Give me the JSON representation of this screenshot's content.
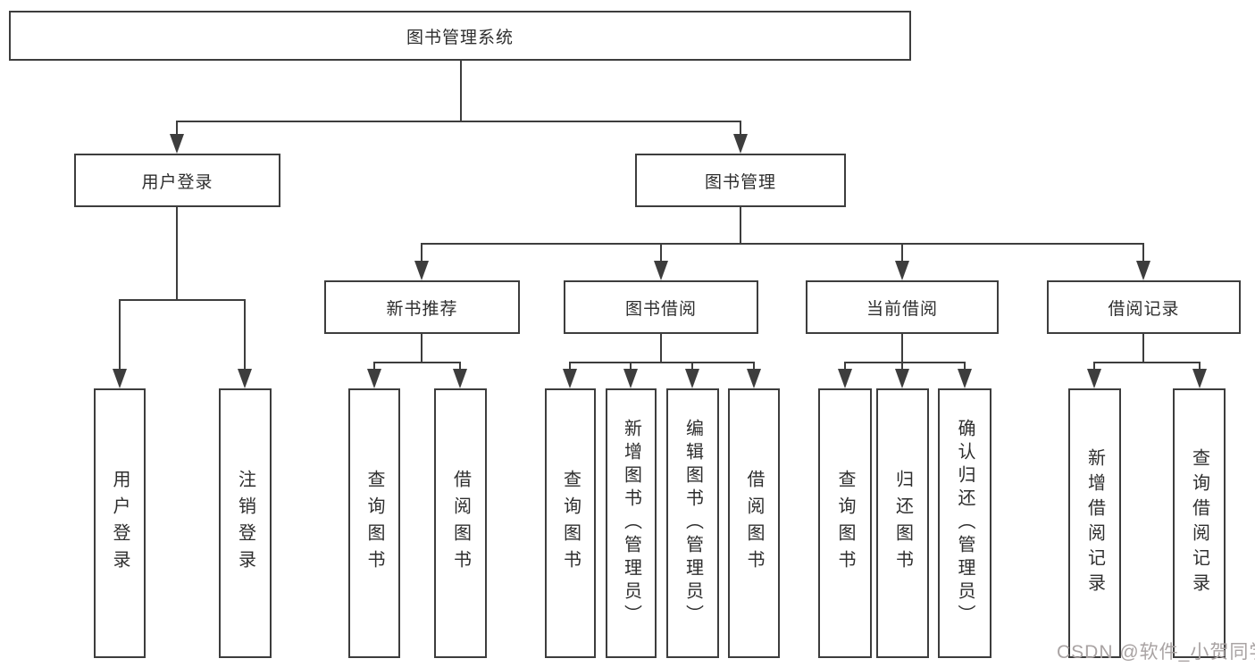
{
  "tree": {
    "root": {
      "label": "图书管理系统",
      "children": [
        {
          "label": "用户登录",
          "children": [
            {
              "label": "用户登录"
            },
            {
              "label": "注销登录"
            }
          ]
        },
        {
          "label": "图书管理",
          "children": [
            {
              "label": "新书推荐",
              "children": [
                {
                  "label": "查询图书"
                },
                {
                  "label": "借阅图书"
                }
              ]
            },
            {
              "label": "图书借阅",
              "children": [
                {
                  "label": "查询图书"
                },
                {
                  "label": "新增图书（管理员）"
                },
                {
                  "label": "编辑图书（管理员）"
                },
                {
                  "label": "借阅图书"
                }
              ]
            },
            {
              "label": "当前借阅",
              "children": [
                {
                  "label": "查询图书"
                },
                {
                  "label": "归还图书"
                },
                {
                  "label": "确认归还（管理员）"
                }
              ]
            },
            {
              "label": "借阅记录",
              "children": [
                {
                  "label": "新增借阅记录"
                },
                {
                  "label": "查询借阅记录"
                }
              ]
            }
          ]
        }
      ]
    }
  },
  "watermark": "CSDN @软件_小贺同学",
  "colors": {
    "line": "#3d3d3d",
    "text": "#2e2e2e",
    "box_background": "#ffffff",
    "watermark": "#a9a3a3"
  }
}
